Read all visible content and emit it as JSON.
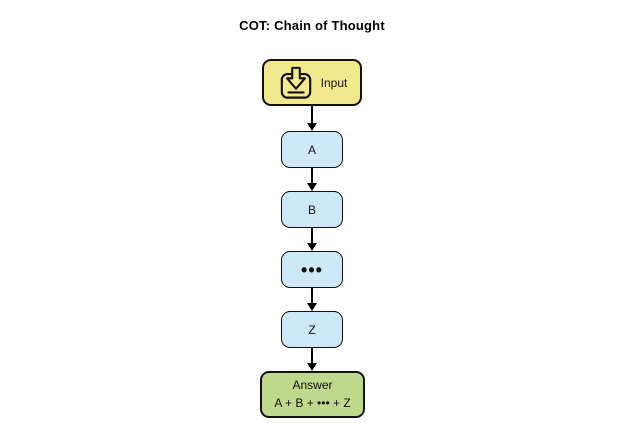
{
  "title": "COT: Chain of Thought",
  "colors": {
    "input_bg": "#F1E98C",
    "step_bg": "#CDE8F7",
    "answer_bg": "#BFD98D",
    "outline": "#111111",
    "arrow": "#000000"
  },
  "diagram": {
    "input": {
      "label": "Input",
      "icon": "download-icon"
    },
    "steps": [
      {
        "label": "A"
      },
      {
        "label": "B"
      },
      {
        "label": "•••"
      },
      {
        "label": "Z"
      }
    ],
    "answer": {
      "title": "Answer",
      "formula": "A + B + ••• + Z"
    }
  }
}
